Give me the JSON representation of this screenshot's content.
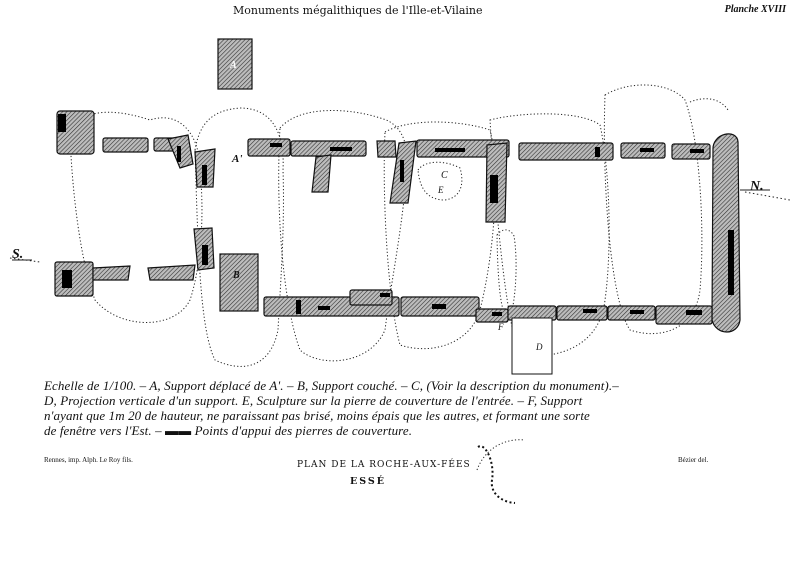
{
  "header": {
    "title": "Monuments mégalithiques de l'Ille-et-Vilaine",
    "plate": "Planche XVIII"
  },
  "plan": {
    "labels": {
      "south": "S.",
      "north": "N.",
      "a_original": "A",
      "a_moved": "A'",
      "b": "B",
      "c": "C",
      "d": "D",
      "e": "E",
      "f": "F"
    }
  },
  "caption": {
    "line1": "Echelle de 1/100. – A, Support déplacé de A'. – B, Support couché. – C, (Voir la description du monument).–",
    "line2": "D, Projection verticale d'un support. E, Sculpture sur la pierre de couverture de l'entrée. – F, Support",
    "line3": "n'ayant que 1m 20 de hauteur, ne paraissant pas brisé, moins épais que les autres, et formant une sorte",
    "line4": "de fenêtre vers l'Est. – ▬▬ Points d'appui des pierres de couverture."
  },
  "footer": {
    "printer": "Rennes, imp. Alph. Le Roy fils.",
    "artist": "Bézier del.",
    "plan_title": "PLAN DE LA ROCHE-AUX-FÉES",
    "plan_name": "ESSÉ"
  }
}
